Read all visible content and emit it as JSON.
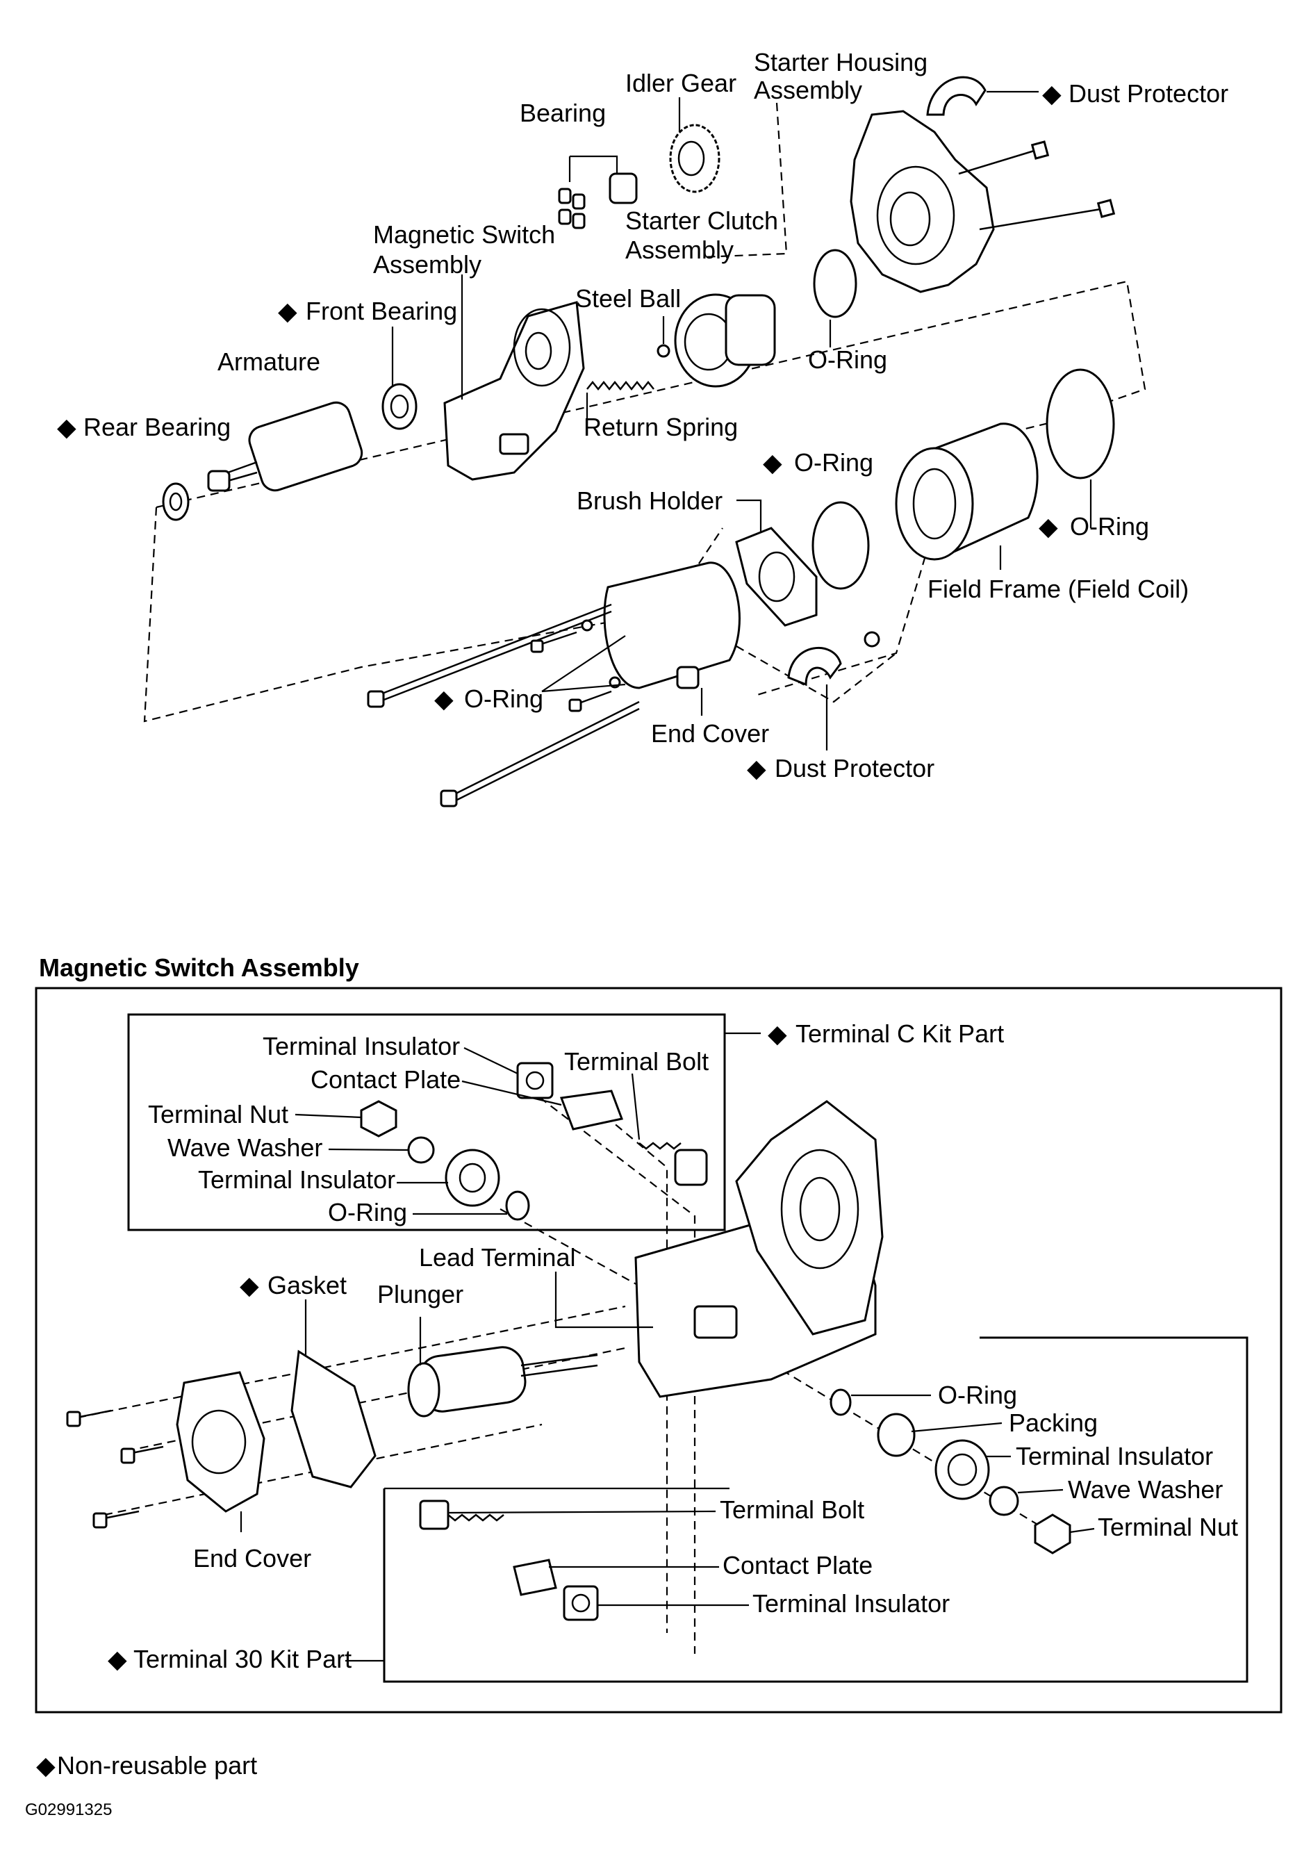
{
  "top_labels": {
    "starter_housing_1": "Starter Housing",
    "starter_housing_2": "Assembly",
    "idler_gear": "Idler Gear",
    "bearing": "Bearing",
    "dust_protector_top": "Dust Protector",
    "magnetic_switch_1": "Magnetic Switch",
    "magnetic_switch_2": "Assembly",
    "starter_clutch_1": "Starter Clutch",
    "starter_clutch_2": "Assembly",
    "steel_ball": "Steel Ball",
    "front_bearing": "Front Bearing",
    "armature": "Armature",
    "o_ring_a": "O-Ring",
    "rear_bearing": "Rear Bearing",
    "return_spring": "Return Spring",
    "o_ring_b": "O-Ring",
    "brush_holder": "Brush Holder",
    "o_ring_c": "O-Ring",
    "field_frame": "Field Frame (Field Coil)",
    "o_ring_d": "O-Ring",
    "end_cover": "End Cover",
    "dust_protector_bottom": "Dust Protector"
  },
  "section": {
    "title": "Magnetic Switch Assembly"
  },
  "bottom_labels": {
    "terminal_c_kit": "Terminal C Kit Part",
    "terminal_insulator_1": "Terminal Insulator",
    "terminal_bolt_1": "Terminal Bolt",
    "contact_plate_1": "Contact Plate",
    "terminal_nut_1": "Terminal Nut",
    "wave_washer_1": "Wave Washer",
    "terminal_insulator_2": "Terminal Insulator",
    "o_ring_1": "O-Ring",
    "lead_terminal": "Lead Terminal",
    "gasket": "Gasket",
    "plunger": "Plunger",
    "o_ring_2": "O-Ring",
    "packing": "Packing",
    "terminal_insulator_3": "Terminal Insulator",
    "wave_washer_2": "Wave Washer",
    "terminal_nut_2": "Terminal Nut",
    "terminal_bolt_2": "Terminal Bolt",
    "contact_plate_2": "Contact Plate",
    "terminal_insulator_4": "Terminal Insulator",
    "end_cover": "End Cover",
    "terminal_30_kit": "Terminal 30 Kit Part"
  },
  "legend": {
    "marker": "◆",
    "text": "Non-reusable part"
  },
  "figure_code": "G02991325"
}
